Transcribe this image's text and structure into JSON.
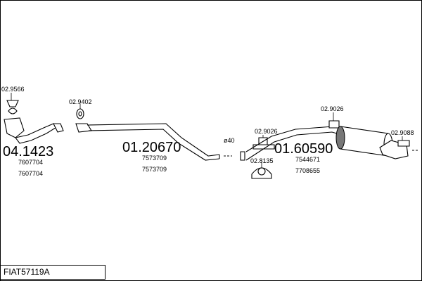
{
  "part_numbers": {
    "clamp_front": "02.9566",
    "gasket_front": "02.9402",
    "rubber_mid": "02.9026",
    "clamp_mid": "02.8135",
    "rubber_rear": "02.9026",
    "rubber_tail": "02.9088"
  },
  "assemblies": {
    "downpipe": {
      "code": "04.1423",
      "oem": [
        "7607704",
        "7607704"
      ]
    },
    "center_pipe": {
      "code": "01.20670",
      "oem": [
        "7573709",
        "7573709"
      ]
    },
    "rear_silencer": {
      "code": "01.60590",
      "oem": [
        "7544671",
        "7708655"
      ]
    }
  },
  "diameter_label": "ø40",
  "footer": {
    "code": "FIAT57119A"
  }
}
